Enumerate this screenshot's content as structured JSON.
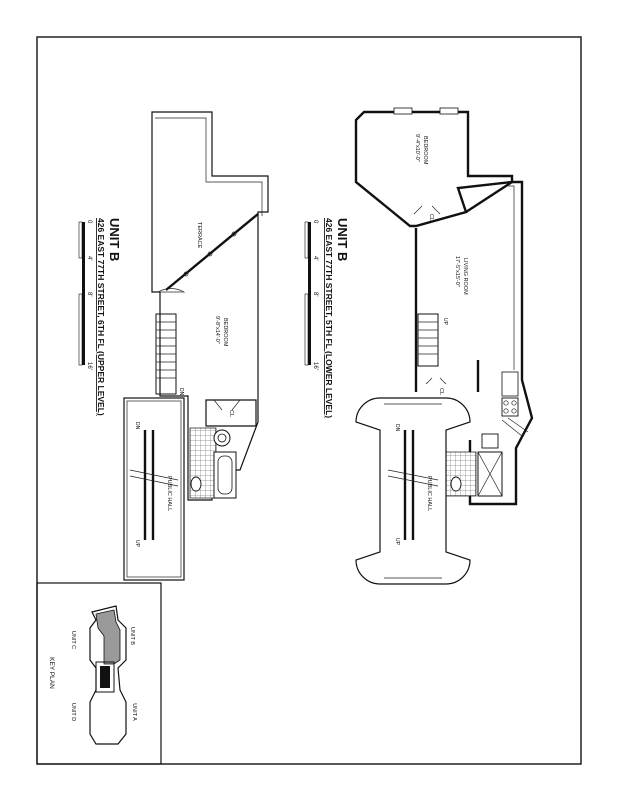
{
  "plans": {
    "upper": {
      "title": "UNIT B",
      "address": "426 EAST 77TH STREET, 6TH FL (UPPER LEVEL)",
      "scale_ticks": [
        "0",
        "4'",
        "8'",
        "16'"
      ],
      "rooms": {
        "terrace": "TERRACE",
        "bedroom_name": "BEDROOM",
        "bedroom_size": "9'-8\"x14'-0\"",
        "public_hall": "PUBLIC HALL"
      },
      "stair": {
        "dn": "DN",
        "up": "UP",
        "dn2": "DN"
      }
    },
    "lower": {
      "title": "UNIT B",
      "address": "426 EAST 77TH STREET, 5TH FL (LOWER LEVEL)",
      "scale_ticks": [
        "0",
        "4'",
        "8'",
        "16'"
      ],
      "rooms": {
        "bedroom_name": "BEDROOM",
        "bedroom_size": "9'-4\"x10'-0\"",
        "living_name": "LIVING ROOM",
        "living_size": "17'-5\"x15'-0\"",
        "public_hall": "PUBLIC HALL"
      },
      "stair": {
        "up": "UP",
        "dn": "DN",
        "up2": "UP"
      },
      "closet": "CL"
    }
  },
  "key_plan": {
    "title": "KEY PLAN",
    "units": [
      "UNIT A",
      "UNIT B",
      "UNIT C",
      "UNIT D"
    ]
  },
  "closet_label": "CL"
}
